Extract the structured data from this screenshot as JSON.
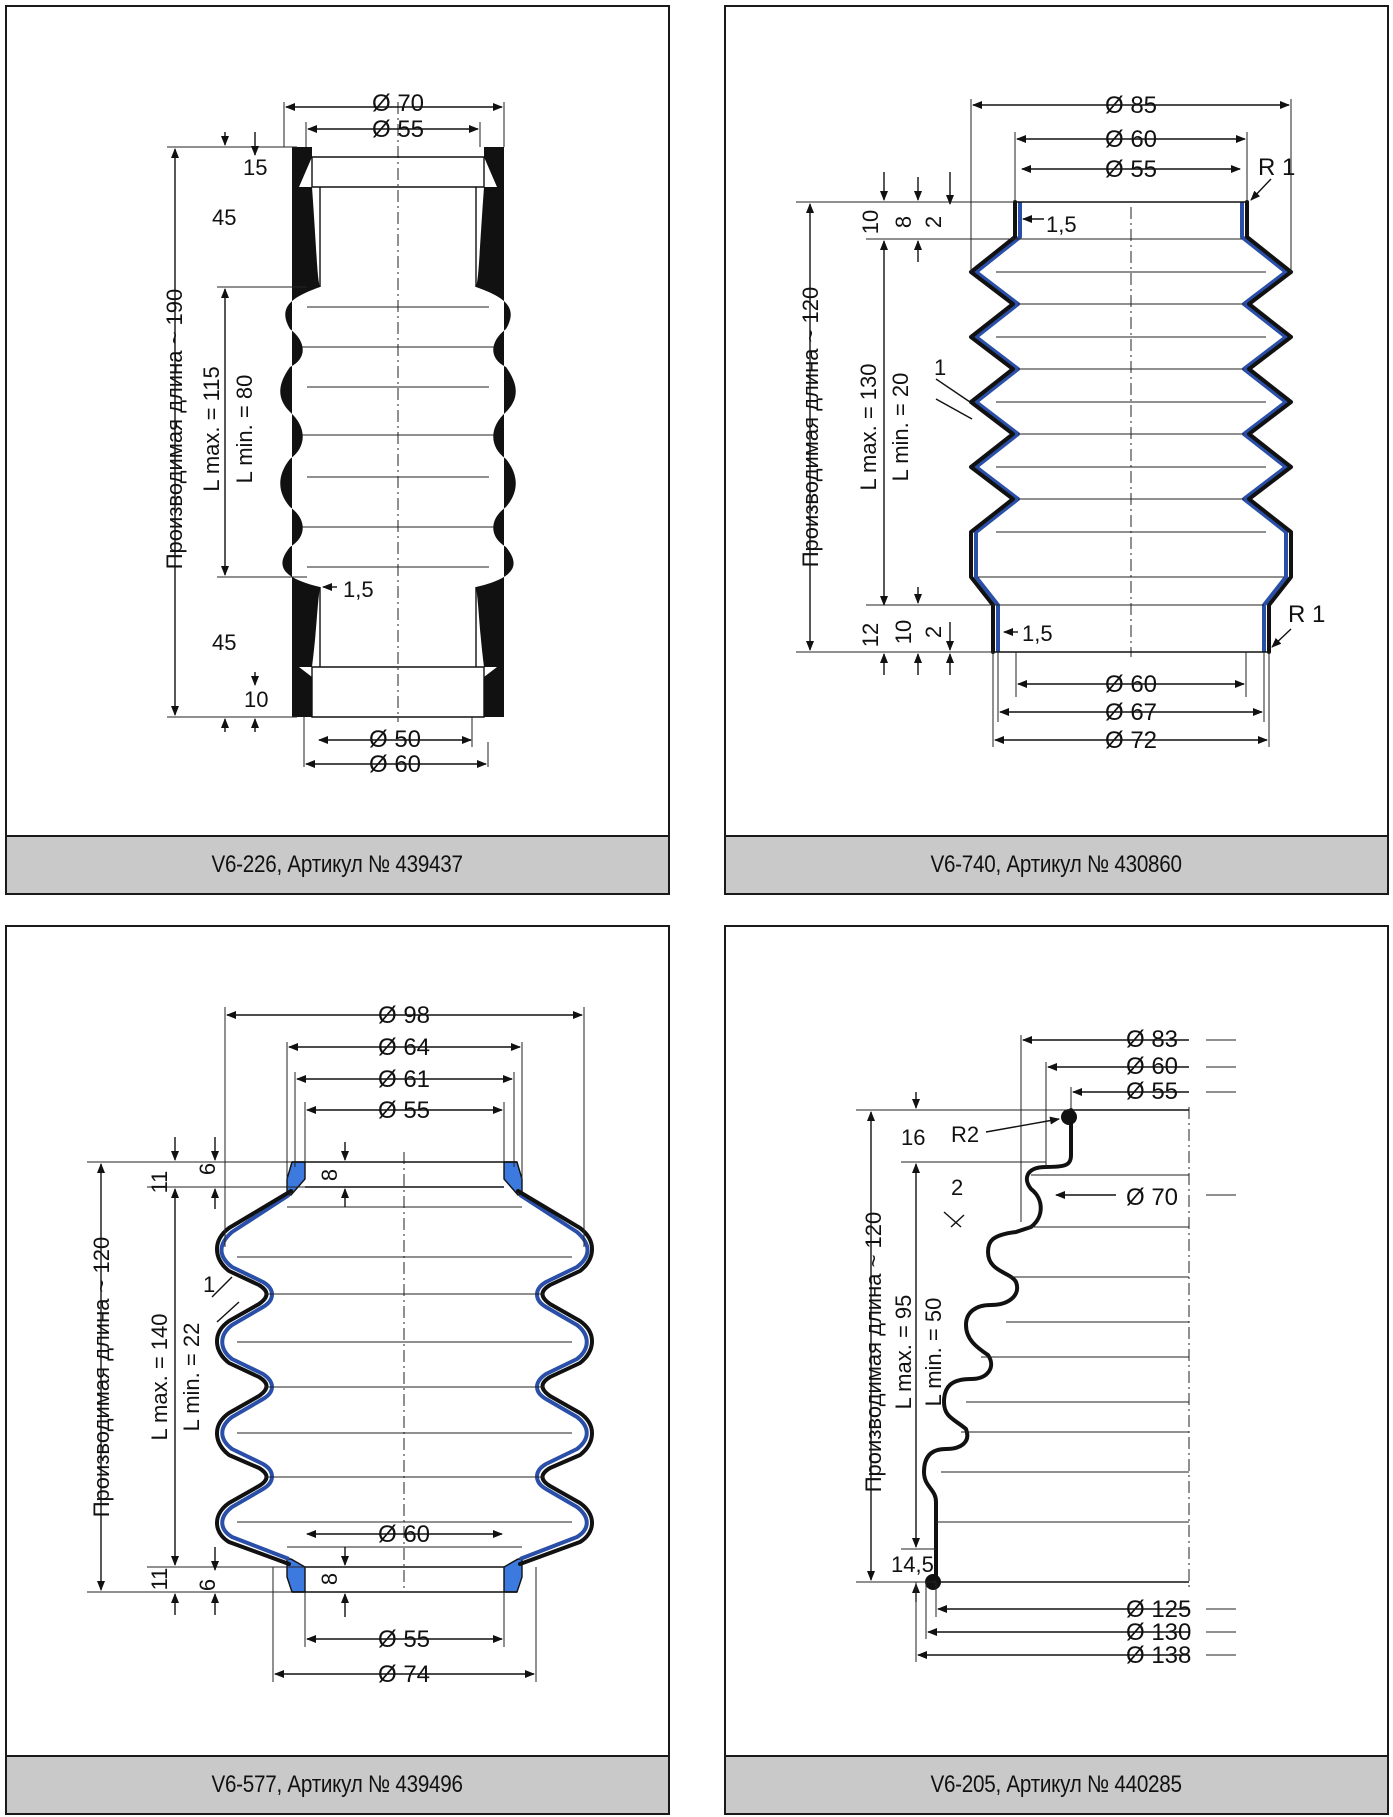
{
  "panels": [
    {
      "caption": "V6-226, Артикул № 439437",
      "labels": {
        "d70": "Ø 70",
        "d55": "Ø 55",
        "d50": "Ø 50",
        "d60": "Ø 60",
        "h15": "15",
        "h45top": "45",
        "h45bot": "45",
        "h10": "10",
        "t15": "1,5",
        "vlen": "Производимая длина ~ 190",
        "lmax": "L max. = 115",
        "lmin": "L min.  = 80"
      }
    },
    {
      "caption": "V6-740, Артикул № 430860",
      "labels": {
        "d85": "Ø 85",
        "d60": "Ø 60",
        "d55": "Ø 55",
        "r1a": "R 1",
        "r1b": "R 1",
        "t15a": "1,5",
        "t15b": "1,5",
        "h10": "10",
        "h8": "8",
        "h2a": "2",
        "h12": "12",
        "h10b": "10",
        "h2b": "2",
        "w1": "1",
        "d60b": "Ø 60",
        "d67": "Ø 67",
        "d72": "Ø 72",
        "vlen": "Производимая длина ~ 120",
        "lmax": "L max. = 130",
        "lmin": "L min.  = 20"
      }
    },
    {
      "caption": "V6-577, Артикул № 439496",
      "labels": {
        "d98": "Ø 98",
        "d64": "Ø 64",
        "d61": "Ø 61",
        "d55": "Ø 55",
        "h11a": "11",
        "h6a": "6",
        "h8a": "8",
        "w1": "1",
        "d60": "Ø 60",
        "h11b": "11",
        "h6b": "6",
        "h8b": "8",
        "d55b": "Ø 55",
        "d74": "Ø 74",
        "vlen": "Производимая длина ~ 120",
        "lmax": "L max. = 140",
        "lmin": "L min.  = 22"
      }
    },
    {
      "caption": "V6-205, Артикул № 440285",
      "labels": {
        "d83": "Ø 83",
        "d60": "Ø 60",
        "d55": "Ø 55",
        "r2": "R2",
        "h16": "16",
        "w2": "2",
        "d70": "Ø 70",
        "h145": "14,5",
        "d125": "Ø 125",
        "d130": "Ø 130",
        "d138": "Ø 138",
        "vlen": "Производимая длина ~ 120",
        "lmax": "L max. = 95",
        "lmin": "L min.  = 50"
      }
    }
  ]
}
